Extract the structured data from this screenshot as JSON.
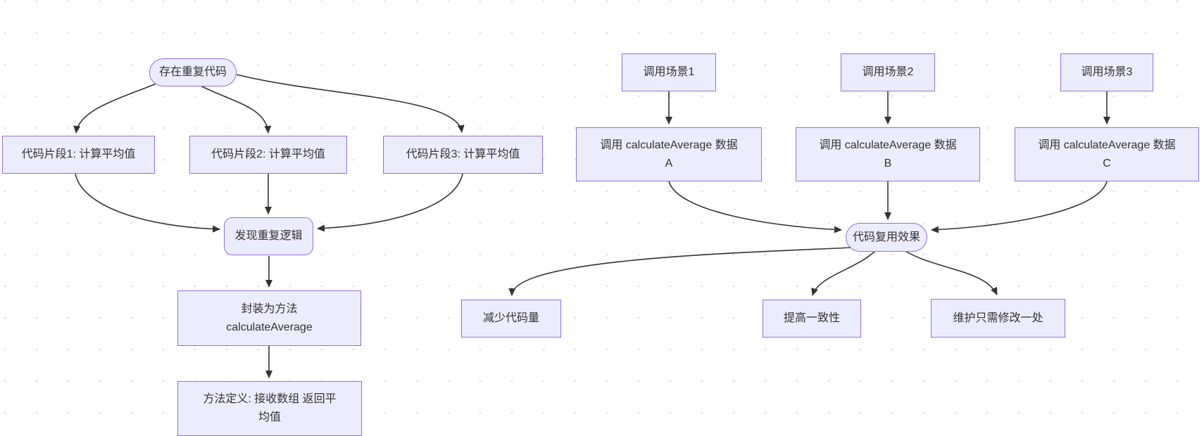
{
  "canvas": {
    "background": "#ffffff",
    "dot_color": "#e2e2e6"
  },
  "theme": {
    "node_fill": "#ECECFF",
    "node_border": "#9370DB",
    "edge_color": "#333333",
    "text_color": "#333333"
  },
  "nodes": {
    "start": {
      "label": "存在重复代码",
      "shape": "stadium"
    },
    "snippet1": {
      "label": "代码片段1: 计算平均值",
      "shape": "rect"
    },
    "snippet2": {
      "label": "代码片段2: 计算平均值",
      "shape": "rect"
    },
    "snippet3": {
      "label": "代码片段3: 计算平均值",
      "shape": "rect"
    },
    "discover": {
      "label": "发现重复逻辑",
      "shape": "rounded"
    },
    "encapsulate": {
      "label": [
        "封装为方法",
        "calculateAverage"
      ],
      "shape": "rect"
    },
    "definition": {
      "label": [
        "方法定义: 接收数组 返回平",
        "均值"
      ],
      "shape": "rect"
    },
    "scene1": {
      "label": "调用场景1",
      "shape": "rect"
    },
    "scene2": {
      "label": "调用场景2",
      "shape": "rect"
    },
    "scene3": {
      "label": "调用场景3",
      "shape": "rect"
    },
    "callA": {
      "label": [
        "调用 calculateAverage 数据",
        "A"
      ],
      "shape": "rect"
    },
    "callB": {
      "label": [
        "调用 calculateAverage 数据",
        "B"
      ],
      "shape": "rect"
    },
    "callC": {
      "label": [
        "调用 calculateAverage 数据",
        "C"
      ],
      "shape": "rect"
    },
    "reuse": {
      "label": "代码复用效果",
      "shape": "stadium"
    },
    "benefit1": {
      "label": "减少代码量",
      "shape": "rect"
    },
    "benefit2": {
      "label": "提高一致性",
      "shape": "rect"
    },
    "benefit3": {
      "label": "维护只需修改一处",
      "shape": "rect"
    }
  },
  "edges": [
    {
      "from": "start",
      "to": "snippet1"
    },
    {
      "from": "start",
      "to": "snippet2"
    },
    {
      "from": "start",
      "to": "snippet3"
    },
    {
      "from": "snippet1",
      "to": "discover"
    },
    {
      "from": "snippet2",
      "to": "discover"
    },
    {
      "from": "snippet3",
      "to": "discover"
    },
    {
      "from": "discover",
      "to": "encapsulate"
    },
    {
      "from": "encapsulate",
      "to": "definition"
    },
    {
      "from": "scene1",
      "to": "callA"
    },
    {
      "from": "scene2",
      "to": "callB"
    },
    {
      "from": "scene3",
      "to": "callC"
    },
    {
      "from": "callA",
      "to": "reuse"
    },
    {
      "from": "callB",
      "to": "reuse"
    },
    {
      "from": "callC",
      "to": "reuse"
    },
    {
      "from": "reuse",
      "to": "benefit1"
    },
    {
      "from": "reuse",
      "to": "benefit2"
    },
    {
      "from": "reuse",
      "to": "benefit3"
    }
  ]
}
